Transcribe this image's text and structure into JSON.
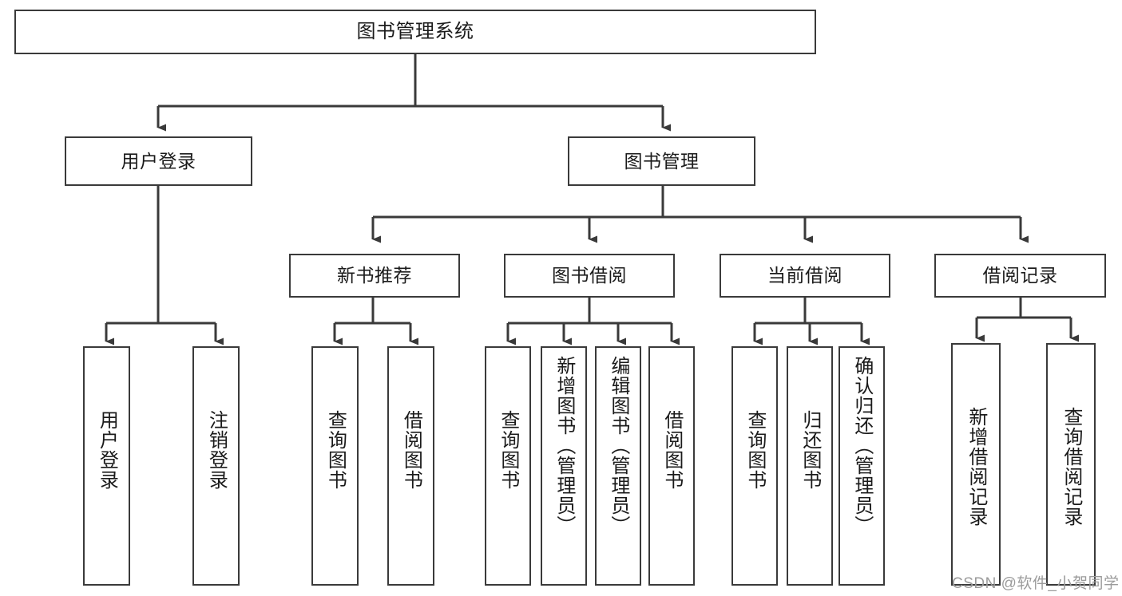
{
  "diagram": {
    "type": "tree",
    "title": "图书管理系统",
    "watermark": "CSDN @软件_小贺同学",
    "colors": {
      "stroke": "#3a3a3a",
      "fill": "#ffffff",
      "text": "#1b1b1b",
      "watermark": "#9b9b9b"
    },
    "nodes": {
      "root": {
        "label": "图书管理系统"
      },
      "level1": [
        {
          "id": "user-login",
          "label": "用户登录"
        },
        {
          "id": "book-management",
          "label": "图书管理"
        }
      ],
      "level2": [
        {
          "id": "new-book-recommend",
          "label": "新书推荐"
        },
        {
          "id": "book-borrow",
          "label": "图书借阅"
        },
        {
          "id": "current-borrow",
          "label": "当前借阅"
        },
        {
          "id": "borrow-record",
          "label": "借阅记录"
        }
      ],
      "leaves": {
        "user-login": [
          {
            "id": "leaf-user-login",
            "label": "用户登录"
          },
          {
            "id": "leaf-logout-login",
            "label": "注销登录"
          }
        ],
        "new-book-recommend": [
          {
            "id": "leaf-query-book-1",
            "label": "查询图书"
          },
          {
            "id": "leaf-borrow-book-1",
            "label": "借阅图书"
          }
        ],
        "book-borrow": [
          {
            "id": "leaf-query-book-2",
            "label": "查询图书"
          },
          {
            "id": "leaf-add-book",
            "label": "新增图书（管理员）"
          },
          {
            "id": "leaf-edit-book",
            "label": "编辑图书（管理员）"
          },
          {
            "id": "leaf-borrow-book-2",
            "label": "借阅图书"
          }
        ],
        "current-borrow": [
          {
            "id": "leaf-query-book-3",
            "label": "查询图书"
          },
          {
            "id": "leaf-return-book",
            "label": "归还图书"
          },
          {
            "id": "leaf-confirm-return",
            "label": "确认归还（管理员）"
          }
        ],
        "borrow-record": [
          {
            "id": "leaf-add-record",
            "label": "新增借阅记录"
          },
          {
            "id": "leaf-query-record",
            "label": "查询借阅记录"
          }
        ]
      }
    }
  }
}
